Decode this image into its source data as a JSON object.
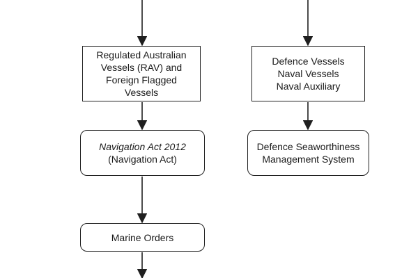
{
  "nodes": {
    "rav": {
      "lines": [
        "Regulated Australian",
        "Vessels (RAV) and",
        "Foreign Flagged",
        "Vessels"
      ]
    },
    "defence_vessels": {
      "lines": [
        "Defence Vessels",
        "Naval Vessels",
        "Naval Auxiliary"
      ]
    },
    "navigation_act": {
      "title": "Navigation Act 2012",
      "subtitle": "(Navigation Act)"
    },
    "dsms": {
      "lines": [
        "Defence Seaworthiness",
        "Management System"
      ]
    },
    "marine_orders": {
      "label": "Marine Orders"
    }
  },
  "colors": {
    "stroke": "#1f1f1f",
    "background": "#ffffff"
  }
}
